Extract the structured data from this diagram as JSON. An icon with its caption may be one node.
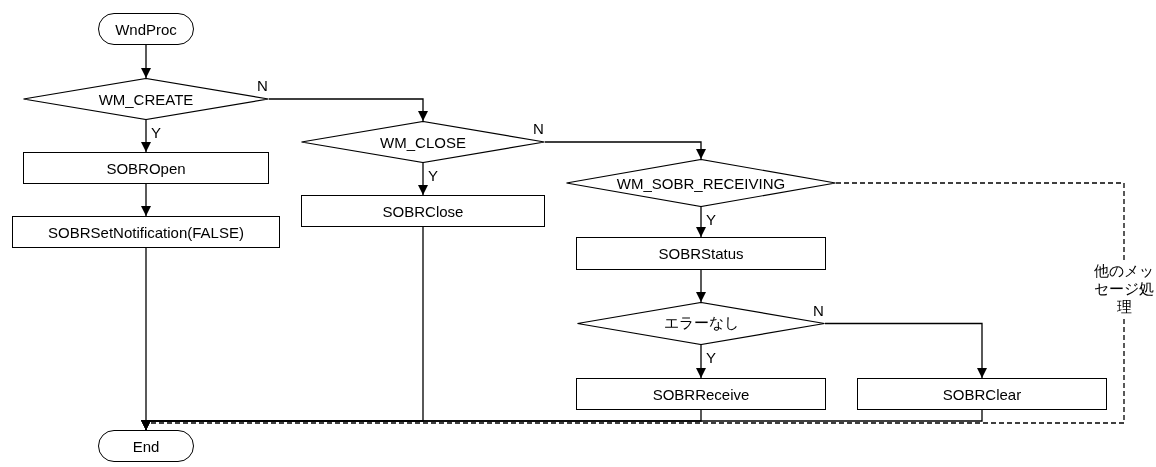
{
  "diagram": {
    "nodes": [
      {
        "text": [
          "WndProc"
        ]
      },
      {
        "text": [
          "WM_CREATE"
        ]
      },
      {
        "text": [
          "SOBROpen"
        ]
      },
      {
        "text": [
          "SOBRSetNotification(FALSE)"
        ]
      },
      {
        "text": [
          "WM_CLOSE"
        ]
      },
      {
        "text": [
          "SOBRClose"
        ]
      },
      {
        "text": [
          "WM_SOBR_RECEIVING"
        ]
      },
      {
        "text": [
          "SOBRStatus"
        ]
      },
      {
        "text": [
          "エラーなし"
        ]
      },
      {
        "text": [
          "SOBRReceive"
        ]
      },
      {
        "text": [
          "SOBRClear"
        ]
      },
      {
        "text": [
          "End"
        ]
      }
    ],
    "edges": [
      {
        "from": 0,
        "to": 1,
        "arrow": "to"
      },
      {
        "from": 1,
        "to": 2,
        "arrow": "to",
        "label": "Y"
      },
      {
        "from": 1,
        "to": 4,
        "arrow": "to",
        "label": "N"
      },
      {
        "from": 2,
        "to": 3,
        "arrow": "to"
      },
      {
        "from": 3,
        "to": 11,
        "arrow": "to"
      },
      {
        "from": 4,
        "to": 5,
        "arrow": "to",
        "label": "Y"
      },
      {
        "from": 4,
        "to": 6,
        "arrow": "to",
        "label": "N"
      },
      {
        "from": 5,
        "to": 11,
        "arrow": "to"
      },
      {
        "from": 6,
        "to": 7,
        "arrow": "to",
        "label": "Y"
      },
      {
        "from": 6,
        "to": 11,
        "arrow": "to",
        "label": "他のメッセージ処理",
        "style": "dashed"
      },
      {
        "from": 7,
        "to": 8,
        "arrow": "to"
      },
      {
        "from": 8,
        "to": 9,
        "arrow": "to",
        "label": "Y"
      },
      {
        "from": 8,
        "to": 10,
        "arrow": "to",
        "label": "N"
      },
      {
        "from": 9,
        "to": 11,
        "arrow": "to"
      },
      {
        "from": 10,
        "to": 11,
        "arrow": "to"
      }
    ]
  }
}
